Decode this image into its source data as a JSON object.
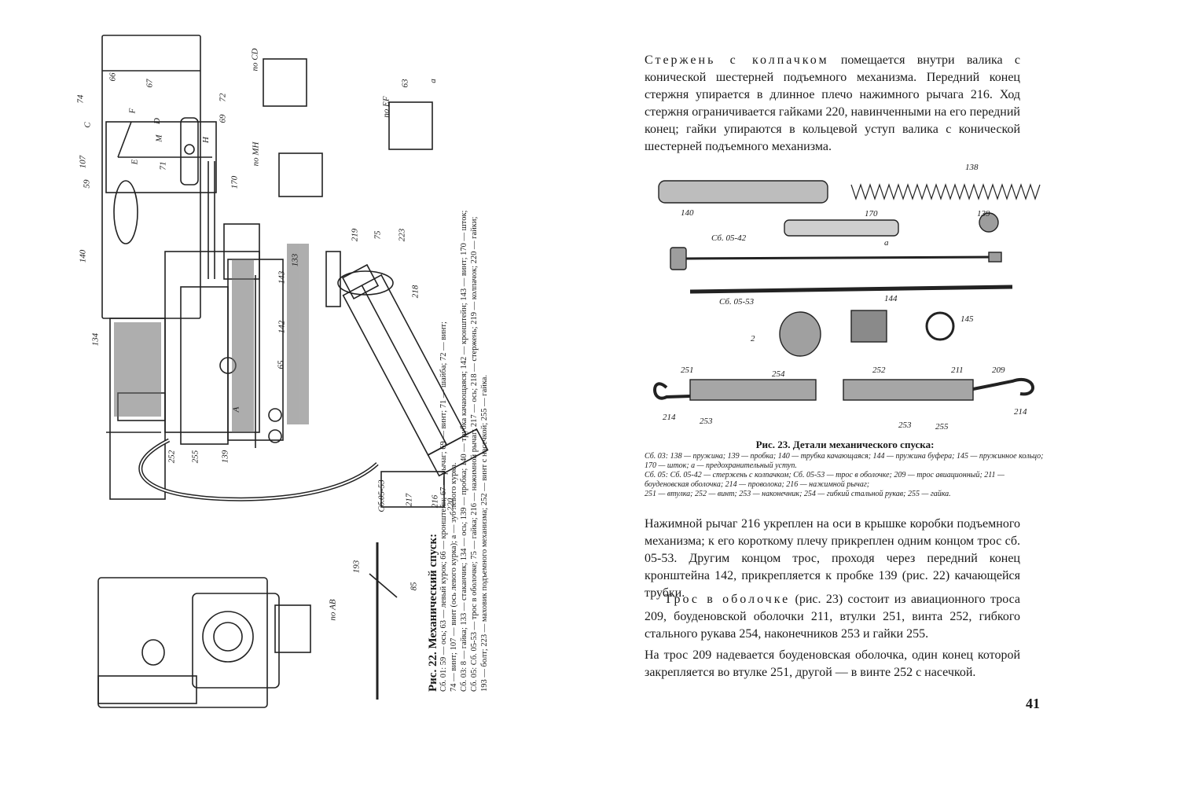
{
  "left_page": {
    "figure_labels": {
      "section_cd": "по CD",
      "section_mh": "по MH",
      "section_ef": "по EF",
      "section_ab": "по AB",
      "num_66": "66",
      "num_67": "67",
      "num_74": "74",
      "num_72": "72",
      "num_69": "69",
      "num_107": "107",
      "num_59": "59",
      "num_71": "71",
      "num_170": "170",
      "num_140": "140",
      "num_134": "134",
      "num_133": "133",
      "num_143": "143",
      "num_142": "142",
      "num_65": "65",
      "num_252": "252",
      "num_255": "255",
      "num_139": "139",
      "num_219": "219",
      "num_75": "75",
      "num_223": "223",
      "num_218": "218",
      "num_217": "217",
      "num_216": "216",
      "num_220": "220",
      "num_63": "63",
      "num_a": "a",
      "num_193": "193",
      "num_85": "85",
      "cable": "Сб.05-53",
      "letter_c": "C",
      "letter_f": "F",
      "letter_d": "D",
      "letter_m": "M",
      "letter_h": "H",
      "letter_e": "E",
      "letter_a": "A"
    },
    "caption_title": "Рис. 22. Механический спуск:",
    "caption_lines": [
      "Сб. 01: 59 — ось; 63 — левый курок; 66 — кронштейн; 67 — рычаг; 69 — винт; 71 — шайба; 72 — винт;",
      "74 — винт; 107 — винт (ось левого курка); a — зуб левого курка.",
      "Сб. 03: 8 — гайка; 133 — стаканчик; 134 — ось; 139 — пробка; 140 — трубка качающаяся; 142 — кронштейн; 143 — винт; 170 — шток;",
      "Сб. 05: Сб. 05-53 — трос в оболочке; 75 — гайка; 216 — нажимной рычаг; 217 — ось; 218 — стержень; 219 — колпачок; 220 — гайки;",
      "193 — болт; 223 — маховик подъемного механизма; 252 — винт с насечкой; 255 — гайка."
    ]
  },
  "right_page": {
    "para1_spaced": "Стержень с колпачком",
    "para1_rest": " помещается внутри валика с конической шестерней подъемного механизма. Передний конец стержня упирается в длинное плечо нажимного рычага 216. Ход стержня ограничивается гайками 220, навинченными на его передний конец; гайки упираются в кольцевой уступ валика с конической шестерней подъемного механизма.",
    "figure_labels": {
      "n138": "138",
      "n140": "140",
      "n170": "170",
      "n139": "139",
      "na": "a",
      "sb0542": "Сб. 05-42",
      "sb0553": "Сб. 05-53",
      "n144": "144",
      "n145": "145",
      "n2": "2",
      "n251": "251",
      "n254": "254",
      "n252": "252",
      "n211": "211",
      "n209": "209",
      "n214a": "214",
      "n253a": "253",
      "n253b": "253",
      "n255": "255",
      "n214b": "214"
    },
    "fig23_title": "Рис. 23. Детали механического спуска:",
    "fig23_lines": [
      "Сб. 03: 138 — пружина; 139 — пробка; 140 — трубка качающаяся; 144 — пружина буфера; 145 — пружинное кольцо; 170 — шток; a — предохранительный уступ.",
      "Сб. 05: Сб. 05-42 — стержень с колпачком; Сб. 05-53 — трос в оболочке; 209 — трос авиационный; 211 — боуденовская оболочка; 214 — проволока; 216 — нажимной рычаг;",
      "251 — втулка; 252 — винт; 253 — наконечник; 254 — гибкий стальной рукав; 255 — гайка."
    ],
    "para2": "Нажимной рычаг 216 укреплен на оси в крышке коробки подъемного механизма; к его короткому плечу прикреплен одним концом трос сб. 05-53. Другим концом трос, проходя через передний конец кронштейна 142, прикрепляется к пробке 139 (рис. 22) качающейся трубки.",
    "para3_spaced": "Трос в оболочке",
    "para3_rest": " (рис. 23) состоит из авиационного троса 209, боуденовской оболочки 211, втулки 251, винта 252, гибкого стального рукава 254, наконечников 253 и гайки 255.",
    "para4": "На трос 209 надевается боуденовская оболочка, один конец которой закрепляется во втулке 251, другой — в винте 252 с насечкой.",
    "page_number": "41"
  }
}
